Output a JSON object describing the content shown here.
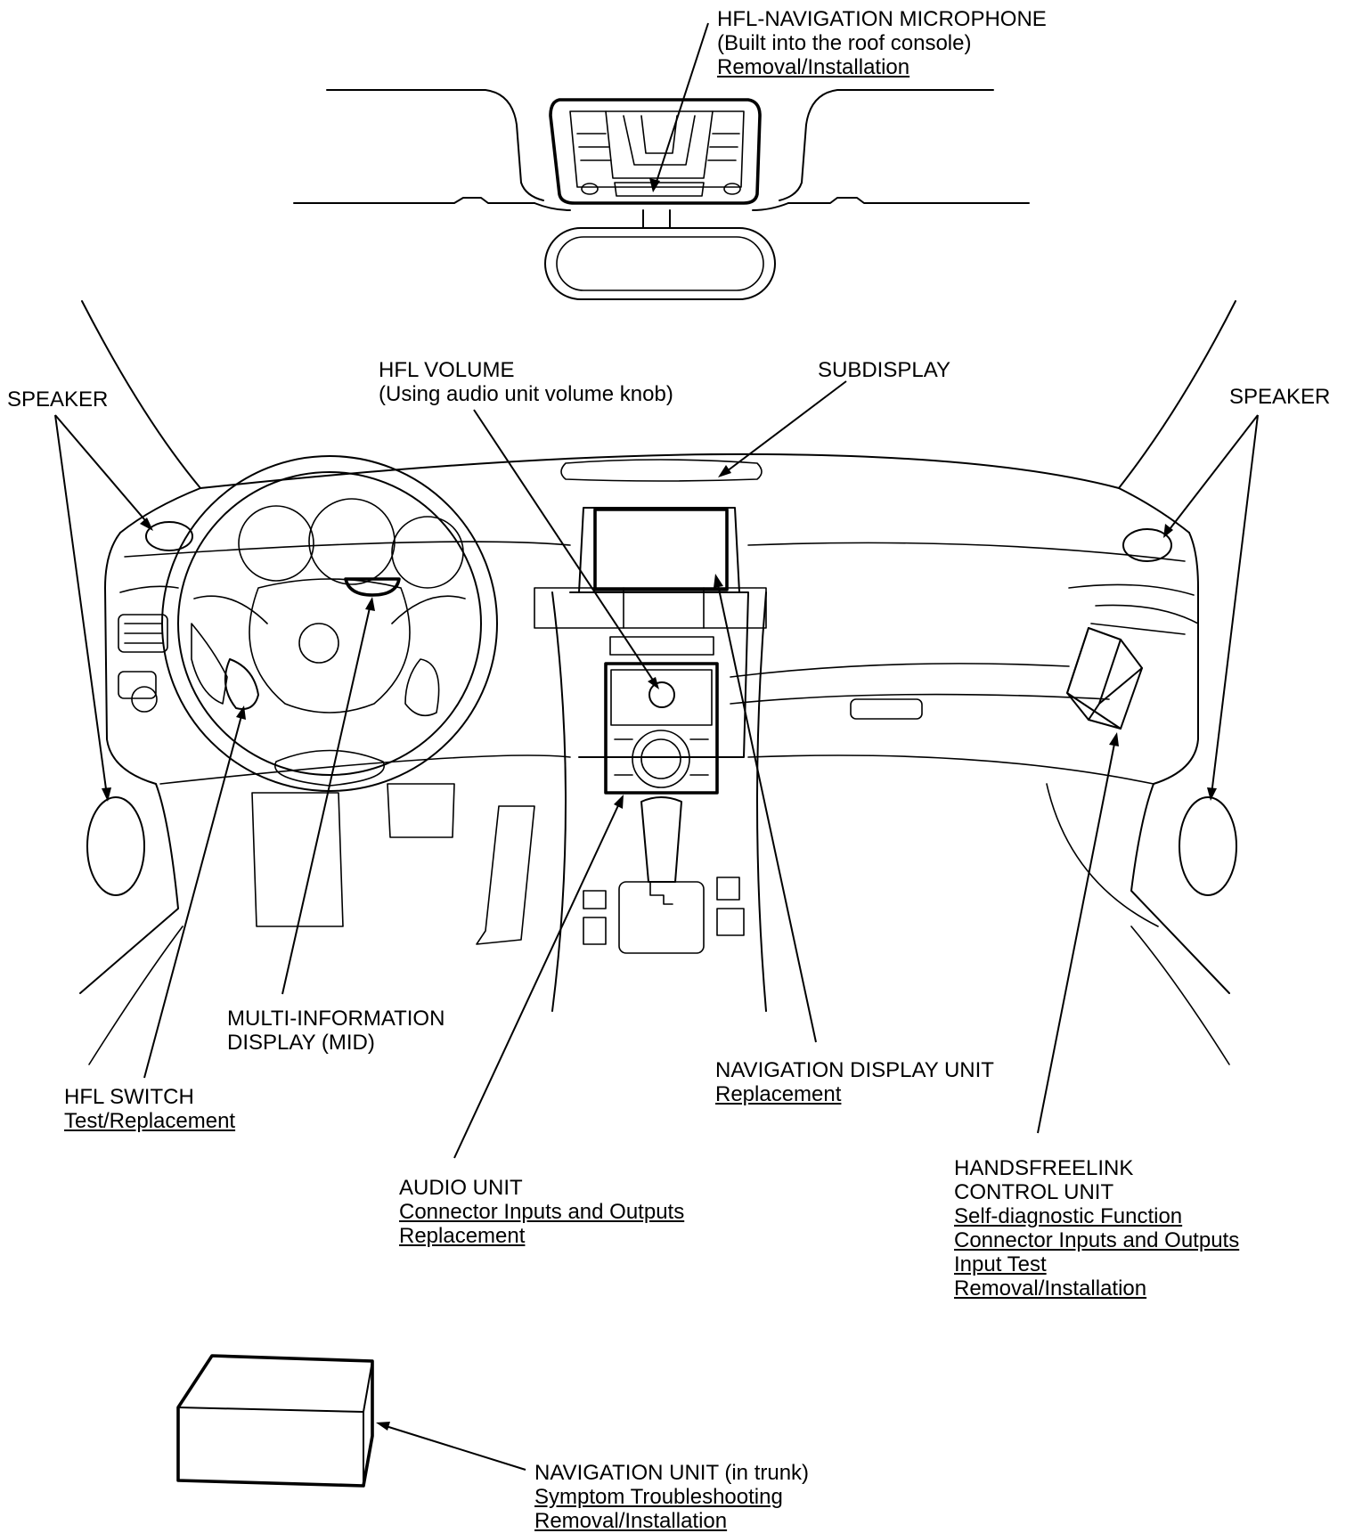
{
  "labels": {
    "microphone": {
      "title": "HFL-NAVIGATION MICROPHONE",
      "note": "(Built into the roof console)",
      "links": [
        "Removal/Installation"
      ]
    },
    "speaker_left": {
      "title": "SPEAKER"
    },
    "speaker_right": {
      "title": "SPEAKER"
    },
    "hfl_volume": {
      "title": "HFL VOLUME",
      "note": "(Using audio unit volume knob)"
    },
    "subdisplay": {
      "title": "SUBDISPLAY"
    },
    "mid": {
      "title": "MULTI-INFORMATION",
      "title2": "DISPLAY (MID)"
    },
    "hfl_switch": {
      "title": "HFL SWITCH",
      "links": [
        "Test/Replacement"
      ]
    },
    "nav_display": {
      "title": "NAVIGATION DISPLAY UNIT",
      "links": [
        "Replacement"
      ]
    },
    "audio_unit": {
      "title": "AUDIO UNIT",
      "links": [
        "Connector Inputs and Outputs",
        "Replacement"
      ]
    },
    "hfl_control": {
      "title": "HANDSFREELINK",
      "title2": "CONTROL UNIT",
      "links": [
        "Self-diagnostic Function",
        "Connector Inputs and Outputs",
        "Input Test",
        "Removal/Installation"
      ]
    },
    "nav_unit": {
      "title": "NAVIGATION UNIT (in trunk)",
      "links": [
        "Symptom Troubleshooting",
        "Removal/Installation"
      ]
    }
  }
}
